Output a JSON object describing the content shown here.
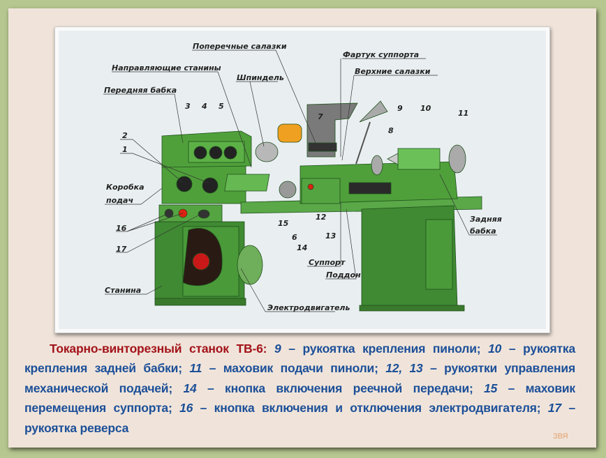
{
  "diagram": {
    "labels": {
      "cross_slide": "Поперечные салазки",
      "apron": "Фартук суппорта",
      "bed_ways": "Направляющие станины",
      "top_slide": "Верхние салазки",
      "spindle": "Шпиндель",
      "headstock": "Передняя бабка",
      "feed_box_1": "Коробка",
      "feed_box_2": "подач",
      "bed": "Станина",
      "motor": "Электродвигатель",
      "carriage": "Суппорт",
      "tray": "Поддон",
      "tailstock_1": "Задняя",
      "tailstock_2": "бабка"
    },
    "numbers": [
      "1",
      "2",
      "3",
      "4",
      "5",
      "6",
      "7",
      "8",
      "9",
      "10",
      "11",
      "12",
      "13",
      "14",
      "15",
      "16",
      "17"
    ],
    "colors": {
      "machine": "#4fa03a",
      "machine_dark": "#2f7a2a",
      "background": "#e9eff1"
    }
  },
  "caption": {
    "segments": [
      {
        "text": "Токарно-винторезный станок ТВ-6: "
      },
      {
        "text": "9"
      },
      {
        "text": " – рукоятка крепления пиноли; "
      },
      {
        "text": "10"
      },
      {
        "text": " – рукоятка крепления задней бабки; "
      },
      {
        "text": "11"
      },
      {
        "text": " – маховик подачи пиноли; "
      },
      {
        "text": "12, 13"
      },
      {
        "text": " – рукоятки управления механической подачей;  "
      },
      {
        "text": "14"
      },
      {
        "text": " – кнопка включения реечной передачи; "
      },
      {
        "text": "15"
      },
      {
        "text": " – маховик перемещения суппорта; "
      },
      {
        "text": "16"
      },
      {
        "text": " – кнопка включения и отключения электродвигателя; "
      },
      {
        "text": "17"
      },
      {
        "text": " – рукоятка реверса"
      }
    ]
  },
  "signature": "ЗВЯ"
}
